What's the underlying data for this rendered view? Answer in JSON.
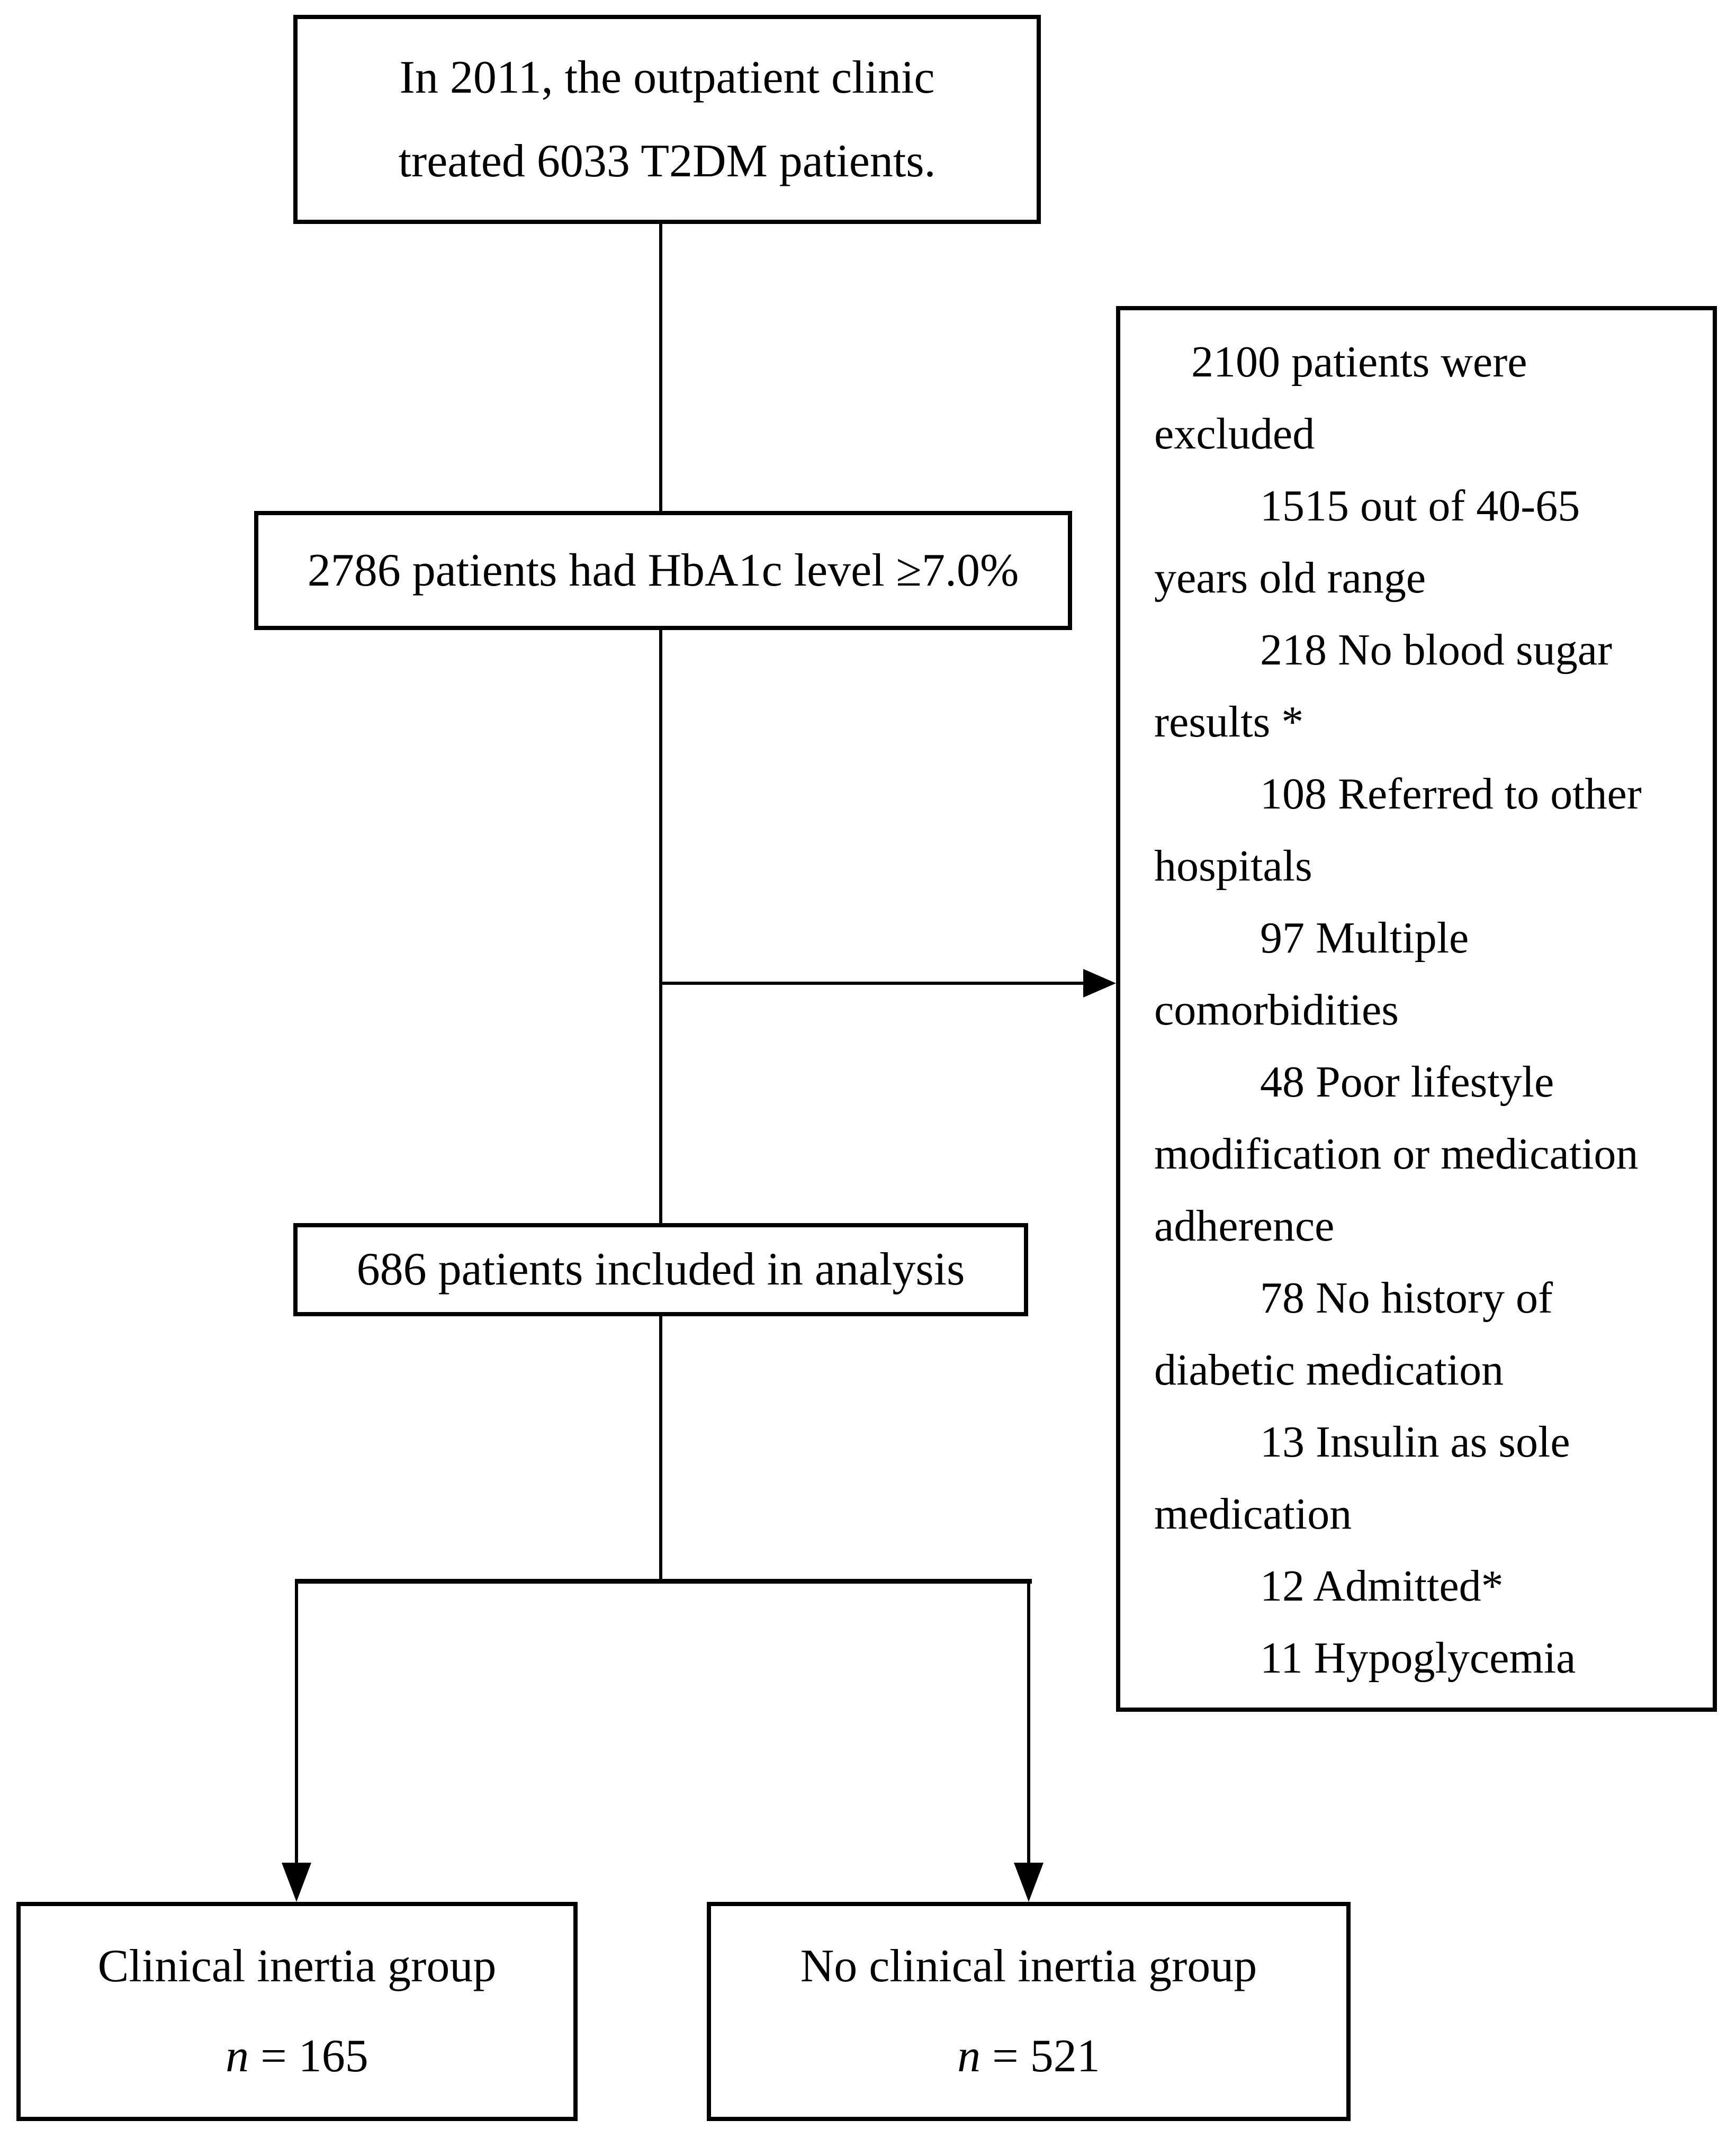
{
  "colors": {
    "ink": "#000000",
    "background": "#ffffff"
  },
  "boxes": {
    "top": {
      "lines": [
        "In 2011, the outpatient clinic",
        "treated 6033 T2DM patients."
      ]
    },
    "hba1c": {
      "text": "2786 patients had HbA1c level ≥7.0%"
    },
    "analysis": {
      "text": "686 patients included in analysis"
    },
    "exclusion": {
      "lines": [
        {
          "text": "2100 patients were",
          "indent": 1
        },
        {
          "text": "excluded",
          "indent": 0
        },
        {
          "text": "1515 out of 40-65",
          "indent": 2
        },
        {
          "text": "years old range",
          "indent": 0
        },
        {
          "text": "218 No blood sugar",
          "indent": 2
        },
        {
          "text": "results *",
          "indent": 0
        },
        {
          "text": "108 Referred to other",
          "indent": 2
        },
        {
          "text": "hospitals",
          "indent": 0
        },
        {
          "text": "97 Multiple",
          "indent": 2
        },
        {
          "text": "comorbidities",
          "indent": 0
        },
        {
          "text": "48 Poor lifestyle",
          "indent": 2
        },
        {
          "text": "modification or medication",
          "indent": 0
        },
        {
          "text": "adherence",
          "indent": 0
        },
        {
          "text": "78 No history of",
          "indent": 2
        },
        {
          "text": "diabetic medication",
          "indent": 0
        },
        {
          "text": "13 Insulin as sole",
          "indent": 2
        },
        {
          "text": "medication",
          "indent": 0
        },
        {
          "text": "12 Admitted*",
          "indent": 2
        },
        {
          "text": "11 Hypoglycemia",
          "indent": 2
        }
      ]
    },
    "clinical_inertia": {
      "title": "Clinical inertia group",
      "n_label": "n",
      "n_value": " = 165"
    },
    "no_clinical_inertia": {
      "title": "No clinical inertia group",
      "n_label": "n",
      "n_value": " = 521"
    }
  }
}
